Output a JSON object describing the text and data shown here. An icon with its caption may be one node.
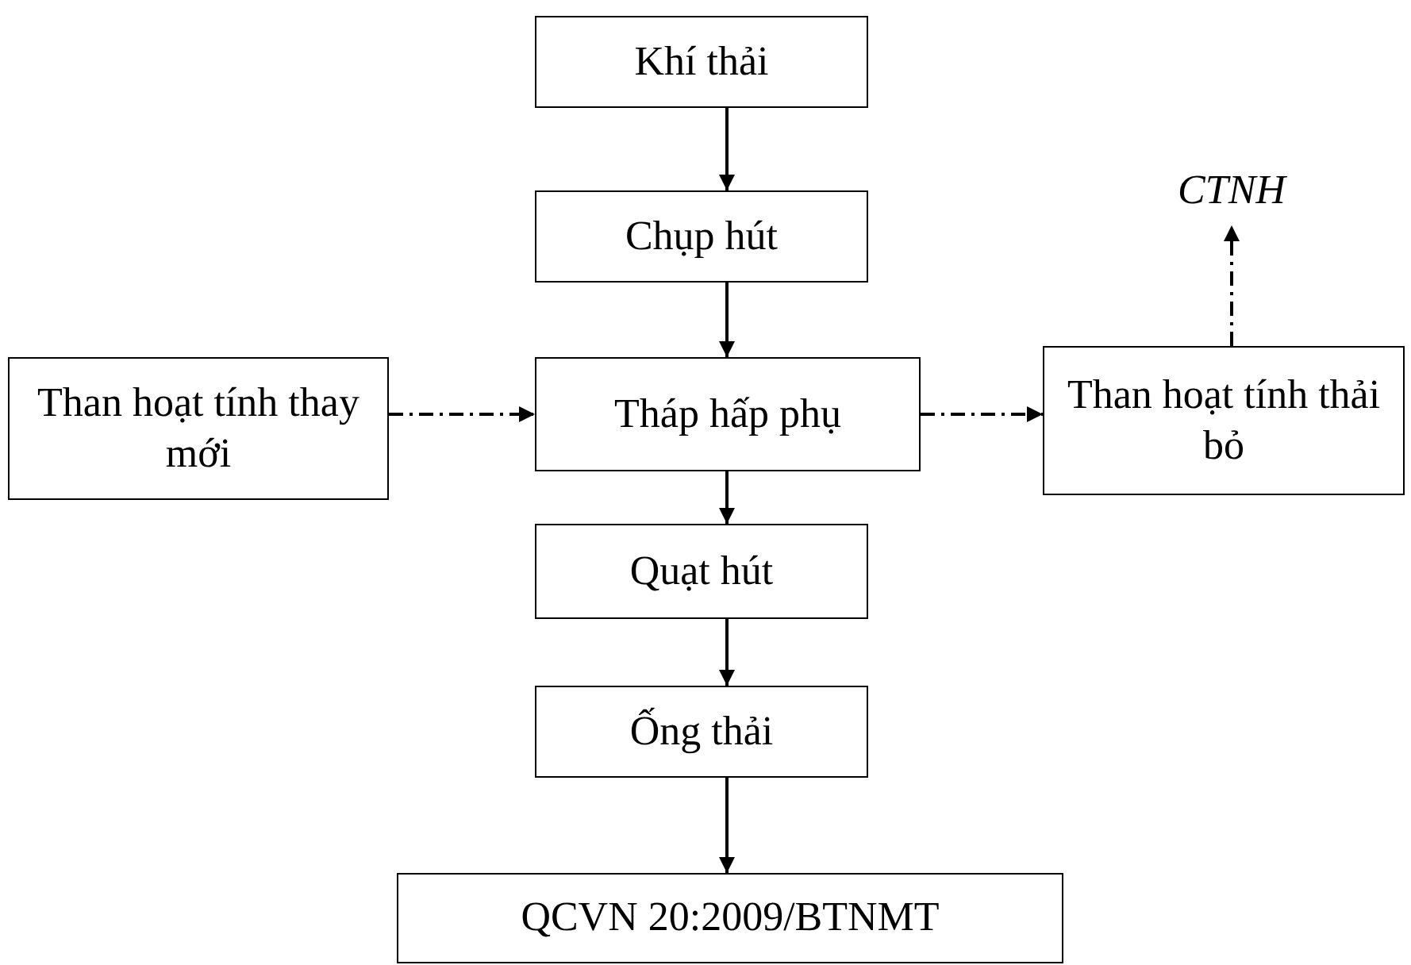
{
  "diagram": {
    "nodes": [
      {
        "text": [
          "Khí thải"
        ]
      },
      {
        "text": [
          "Chụp hút"
        ]
      },
      {
        "text": [
          "CTNH"
        ]
      },
      {
        "text": [
          "Than hoạt tính thay mới"
        ]
      },
      {
        "text": [
          "Tháp hấp phụ"
        ]
      },
      {
        "text": [
          "Than hoạt tính thải bỏ"
        ]
      },
      {
        "text": [
          "Quạt hút"
        ]
      },
      {
        "text": [
          "Ống thải"
        ]
      },
      {
        "text": [
          "QCVN 20:2009/BTNMT"
        ]
      }
    ],
    "edges": [
      {
        "from": 0,
        "to": 1,
        "arrow": "to"
      },
      {
        "from": 1,
        "to": 4,
        "arrow": "to"
      },
      {
        "from": 3,
        "to": 4,
        "arrow": "to",
        "style": "dashed"
      },
      {
        "from": 4,
        "to": 5,
        "arrow": "to",
        "style": "dashed"
      },
      {
        "from": 5,
        "to": 2,
        "arrow": "to",
        "style": "dashed"
      },
      {
        "from": 4,
        "to": 6,
        "arrow": "to"
      },
      {
        "from": 6,
        "to": 7,
        "arrow": "to"
      },
      {
        "from": 7,
        "to": 8,
        "arrow": "to"
      }
    ]
  }
}
